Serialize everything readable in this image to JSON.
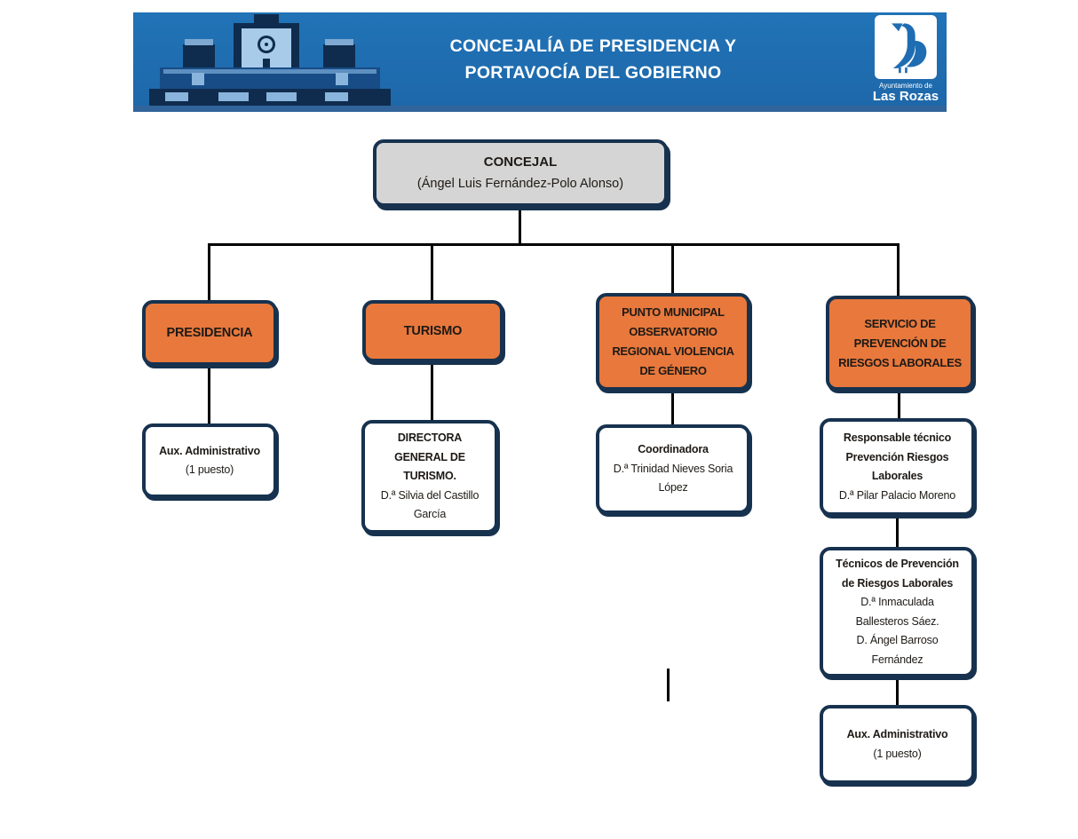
{
  "header": {
    "title_line1": "CONCEJALÍA DE PRESIDENCIA Y",
    "title_line2": "PORTAVOCÍA DEL GOBIERNO",
    "logo": {
      "caption_small": "Ayuntamiento de",
      "caption_large": "Las Rozas"
    }
  },
  "nodes": {
    "concejal": {
      "title": "CONCEJAL",
      "subtitle": "(Ángel Luis Fernández-Polo Alonso)"
    },
    "presidencia": {
      "title": "PRESIDENCIA"
    },
    "turismo": {
      "title": "TURISMO"
    },
    "punto_municipal": {
      "title": "PUNTO MUNICIPAL\nOBSERVATORIO\nREGIONAL VIOLENCIA\nDE GÉNERO"
    },
    "servicio_prevencion": {
      "title": "SERVICIO DE\nPREVENCIÓN DE\nRIESGOS LABORALES"
    },
    "aux_admin_presidencia": {
      "title": "Aux. Administrativo",
      "subtitle": "(1 puesto)"
    },
    "directora_turismo": {
      "title": "DIRECTORA\nGENERAL DE\nTURISMO.",
      "subtitle": "D.ª Silvia del Castillo\nGarcía"
    },
    "coordinadora": {
      "title": "Coordinadora",
      "subtitle": "D.ª Trinidad Nieves Soria\nLópez"
    },
    "responsable_prl": {
      "title": "Responsable técnico\nPrevención Riesgos\nLaborales",
      "subtitle": "D.ª Pilar Palacio Moreno"
    },
    "tecnicos_prl": {
      "title": "Técnicos de Prevención\nde Riesgos Laborales",
      "subtitle": "D.ª Inmaculada\nBallesteros Sáez.\nD. Ángel Barroso\nFernández"
    },
    "aux_admin_prl": {
      "title": "Aux. Administrativo",
      "subtitle": "(1 puesto)"
    }
  },
  "colors": {
    "header_blue": "#1E6DB2",
    "header_bottom_strip": "#30649B",
    "box_border_navy": "#17324F",
    "department_orange": "#E8783C",
    "root_gray": "#D5D5D5",
    "connector_black": "#000000"
  }
}
